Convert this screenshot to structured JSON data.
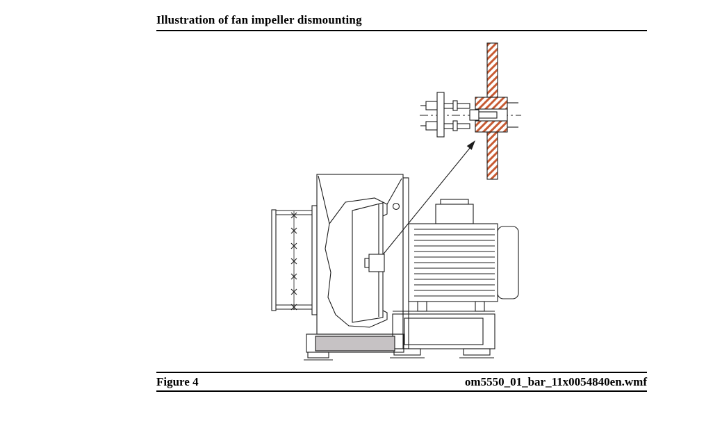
{
  "page": {
    "title": "Illustration of fan impeller dismounting",
    "figure": {
      "label": "Figure 4",
      "filename": "om5550_01_bar_11x0054840en.wmf"
    }
  },
  "colors": {
    "hatch": "#c75b33",
    "pedestal_fill": "#c6c2c4",
    "line": "#1c1c1c"
  }
}
